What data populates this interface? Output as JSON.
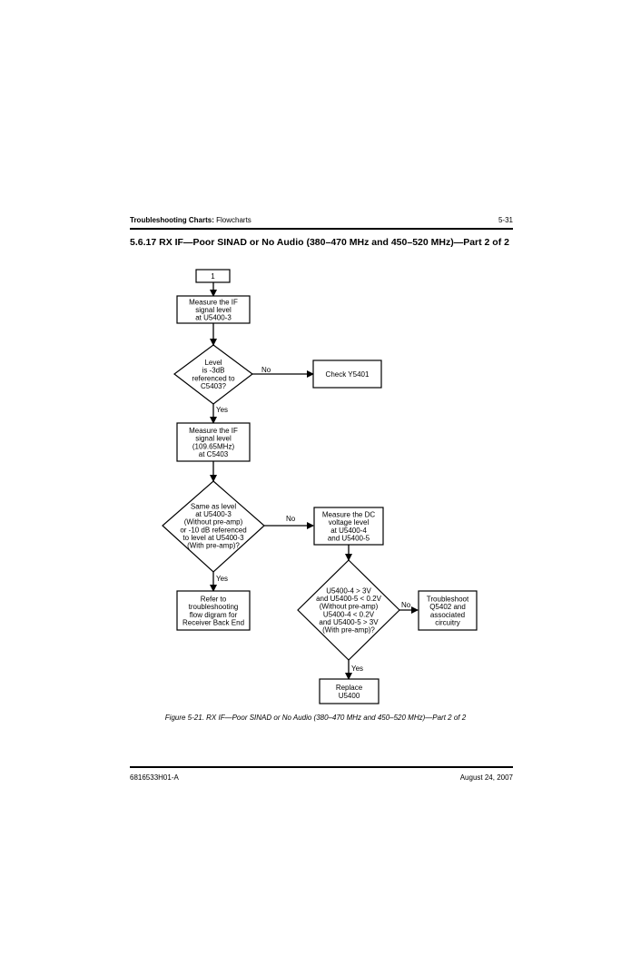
{
  "header": {
    "section_bold": "Troubleshooting Charts:",
    "section_rest": " Flowcharts",
    "page_number": "5-31"
  },
  "title": "5.6.17  RX IF—Poor SINAD or No Audio (380–470 MHz and 450–520 MHz)—Part 2 of 2",
  "flowchart": {
    "connector_start": "1",
    "measure_if_u5400": [
      "Measure the IF",
      "signal level",
      "at U5400-3"
    ],
    "decision_level": [
      "Level",
      "is -3dB",
      "referenced to",
      "C5403?"
    ],
    "check_y5401": [
      "Check Y5401"
    ],
    "measure_if_c5403": [
      "Measure the IF",
      "signal level",
      "(109.65MHz)",
      "at C5403"
    ],
    "decision_same": [
      "Same as level",
      "at U5400-3",
      "(Without pre-amp)",
      "or -10 dB referenced",
      "to level at U5400-3",
      "(With pre-amp)?"
    ],
    "measure_dc": [
      "Measure the DC",
      "voltage level",
      "at U5400-4",
      "and U5400-5"
    ],
    "refer_back_end": [
      "Refer to",
      "troubleshooting",
      "flow digram for",
      "Receiver Back End"
    ],
    "decision_voltage": [
      "U5400-4 > 3V",
      "and U5400-5 < 0.2V",
      "(Without pre-amp)",
      "U5400-4 < 0.2V",
      "and U5400-5 > 3V",
      "(With pre-amp)?"
    ],
    "troubleshoot_q5402": [
      "Troubleshoot",
      "Q5402 and",
      "associated",
      "circuitry"
    ],
    "replace_u5400": [
      "Replace",
      "U5400"
    ],
    "label_no": "No",
    "label_yes": "Yes"
  },
  "caption": "Figure 5-21.  RX IF—Poor SINAD or No Audio (380–470 MHz and 450–520 MHz)—Part 2 of 2",
  "footer": {
    "doc_number": "6816533H01-A",
    "date": "August 24, 2007"
  }
}
